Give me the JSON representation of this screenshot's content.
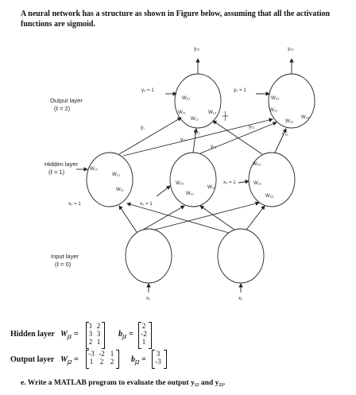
{
  "problem": {
    "intro": "A neural network has a structure as shown in Figure below, assuming that all the activation functions are sigmoid."
  },
  "figure": {
    "outputs": [
      "y₁₂",
      "y₂₂"
    ],
    "bias_outputs": [
      "y₀ = 1",
      "y₀ = 1"
    ],
    "output_layer_label": "Output layer",
    "output_layer_l": "(ℓ = 2)",
    "hidden_layer_label": "Hidden layer",
    "hidden_layer_l": "(ℓ = 1)",
    "input_layer_label": "Input layer",
    "input_layer_l": "(ℓ = 0)",
    "inputs": [
      "x₁",
      "x₂"
    ],
    "bias_inputs": [
      "x₀ = 1",
      "x₀ = 1",
      "x₀ = 1"
    ],
    "weights_output": [
      "W₁₀",
      "W₁₁",
      "W₁₂",
      "W₁₃",
      "W₂₀",
      "W₂₁",
      "W₂₂",
      "W₂₃"
    ],
    "hidden_outputs": [
      "y₁",
      "y₁₁",
      "y₂₁",
      "y₃₁",
      "y₂₁",
      "y₃₁",
      "y₁₁"
    ],
    "weights_hidden": [
      "W₁₀",
      "W₁₂",
      "W₁₁",
      "W₂₀",
      "W₂₁",
      "W₂₂",
      "W₃₀",
      "W₃₁",
      "W₃₂"
    ]
  },
  "matrices": {
    "hidden_label": "Hidden layer",
    "hidden_W": "W",
    "hidden_W_sub": "j1",
    "hidden_W_rows": [
      [
        "1",
        "2"
      ],
      [
        "3",
        "3"
      ],
      [
        "2",
        "1"
      ]
    ],
    "hidden_b": "b",
    "hidden_b_sub": "j1",
    "hidden_b_vals": [
      "2",
      "-2",
      "1"
    ],
    "output_label": "Output layer",
    "output_W": "W",
    "output_W_sub": "j2",
    "output_W_rows": [
      [
        "-3",
        "-2",
        "1"
      ],
      [
        "1",
        "2",
        "2"
      ]
    ],
    "output_b": "b",
    "output_b_sub": "j2",
    "output_b_vals": [
      "3",
      "-3"
    ]
  },
  "question": {
    "text": "e.  Write a MATLAB program to evaluate the output y₁₂ and y₂₂."
  }
}
